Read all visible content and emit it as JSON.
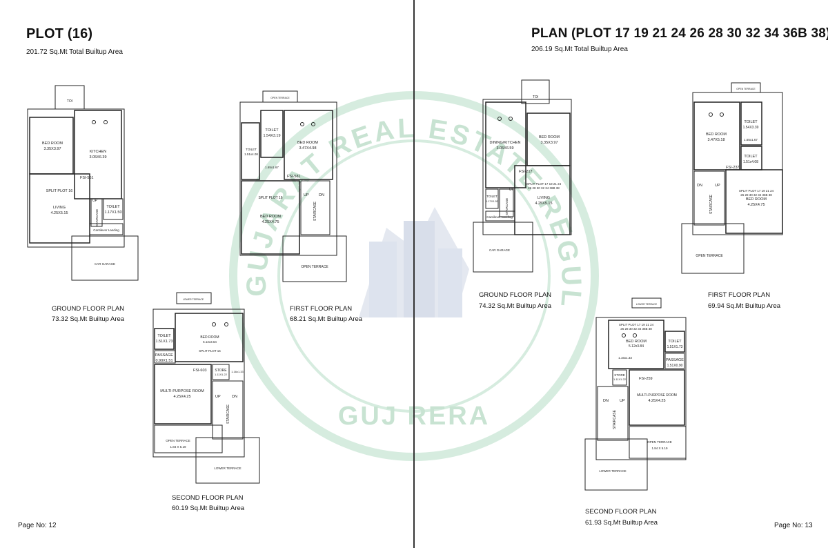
{
  "left": {
    "title": "PLOT (16)",
    "total_area": "201.72 Sq.Mt Total Builtup Area",
    "ground": {
      "name": "GROUND FLOOR PLAN",
      "area": "73.32 Sq.Mt Builtup Area",
      "labels": {
        "toi": "TOI",
        "bed": "BED ROOM",
        "bed_dim": "3.35X3.97",
        "kitchen": "KITCHEN",
        "kitchen_dim": "3.05X6.39",
        "fsi": "FSI-561",
        "split": "SPLIT PLOT  16",
        "living": "LIVING",
        "living_dim": "4.25X5.15",
        "toilet": "TOILET",
        "toilet_dim": "1.17X1.50",
        "up": "UP",
        "staircase": "STAIRCASE",
        "cantilever": "Cantilever Landing",
        "garage": "CAR GARAGE"
      }
    },
    "first": {
      "name": "FIRST FLOOR PLAN",
      "area": "68.21 Sq.Mt Builtup Area",
      "labels": {
        "open_terrace_top": "OPEN TERRACE",
        "toilet1": "TOILET",
        "toilet1_dim": "1.54X3.19",
        "bed1": "BED ROOM",
        "bed1_dim": "3.47X4.98",
        "toilet2": "TOILET",
        "toilet2_dim": "1.51x4.08",
        "small_dim": "1.65x1.67",
        "fsi": "FSI-581",
        "split": "SPLIT PLOT  16",
        "bed2": "BED ROOM",
        "bed2_dim": "4.25X4.75",
        "up": "UP",
        "dn": "DN",
        "staircase": "STAIRCASE",
        "open_terrace": "OPEN TERRACE"
      }
    },
    "second": {
      "name": "SECOND FLOOR PLAN",
      "area": "60.19 Sq.Mt Builtup Area",
      "labels": {
        "lower_terrace_top": "LOWER TERRACE",
        "toilet": "TOILET",
        "toilet_dim": "1.51X1.73",
        "bed": "BED ROOM",
        "bed_dim": "5.12x3.64",
        "split": "SPLIT PLOT  16",
        "passage": "PASSAGE",
        "passage_dim": "0.90X1.51",
        "fsi": "FSI-603",
        "store": "STORE",
        "store_dim": "1.11X1.22",
        "small_dim": "1.16x1.33",
        "mpr": "MULTI-PURPOSE ROOM",
        "mpr_dim": "4.25X4.25",
        "up": "UP",
        "dn": "DN",
        "staircase": "STAIRCASE",
        "open_terrace": "OPEN TERRACE",
        "open_terrace_dim": "1.84 X 5.19",
        "lower_terrace": "LOWER TERRACE"
      }
    },
    "page_no": "Page No: 12"
  },
  "right": {
    "title": "PLAN (PLOT 17 19 21 24 26 28 30 32 34 36B 38)",
    "total_area": "206.19 Sq.Mt Total Builtup Area",
    "ground": {
      "name": "GROUND FLOOR PLAN",
      "area": "74.32 Sq.Mt Builtup Area",
      "labels": {
        "toi": "TOI",
        "dining": "DINING/KITCHEN",
        "dining_dim": "3.05X6.59",
        "bed": "BED ROOM",
        "bed_dim": "3.35X3.97",
        "fsi": "FSI-217",
        "split": "SPLIT PLOT 17 19 21 24",
        "split2": "26 28 30 32 34 36B 38",
        "living": "LIVING",
        "living_dim": "4.25X5.15",
        "toilet": "TOILET",
        "toilet_dim": "1.17X1.50",
        "up": "UP",
        "staircase": "STAIRCASE",
        "cantilever": "Cantilever Landing",
        "garage": "CAR GARAGE"
      }
    },
    "first": {
      "name": "FIRST FLOOR PLAN",
      "area": "69.94 Sq.Mt Builtup Area",
      "labels": {
        "open_terrace_top": "OPEN TERRACE",
        "bed1": "BED ROOM",
        "bed1_dim": "3.47X5.18",
        "toilet1": "TOILET",
        "toilet1_dim": "1.54X3.39",
        "small_dim": "1.65x1.67",
        "toilet2": "TOILET",
        "toilet2_dim": "1.51x4.08",
        "fsi": "FSI-237",
        "dn": "DN",
        "up": "UP",
        "staircase": "STAIRCASE",
        "split": "SPLIT PLOT 17 19 21 24",
        "split2": "26 28 30 32 34 36B 38",
        "bed2": "BED ROOM",
        "bed2_dim": "4.25X4.75",
        "open_terrace": "OPEN TERRACE"
      }
    },
    "second": {
      "name": "SECOND FLOOR PLAN",
      "area": "61.93 Sq.Mt Builtup Area",
      "labels": {
        "lower_terrace_top": "LOWER TERRACE",
        "split": "SPLIT PLOT 17 19 21 24",
        "split2": "26 28 30 32 34 36B 38",
        "bed": "BED ROOM",
        "bed_dim": "5.12x3.84",
        "small_dim": "1.16x1.33",
        "toilet": "TOILET",
        "toilet_dim": "1.51X1.73",
        "passage": "PASSAGE",
        "passage_dim": "1.51X0.90",
        "store": "STORE",
        "store_dim": "1.11X1.22",
        "fsi": "FSI-259",
        "mpr": "MULTI-PURPOSE ROOM",
        "mpr_dim": "4.25X4.25",
        "dn": "DN",
        "up": "UP",
        "staircase": "STAIRCASE",
        "open_terrace": "OPEN TERRACE",
        "open_terrace_dim": "1.84 X 5.19",
        "lower_terrace": "LOWER TERRACE"
      }
    },
    "page_no": "Page No: 13"
  },
  "watermark": {
    "top": "GUJARAT REAL ESTATE REGULATORY AUTHORITY",
    "bottom": "GUJ RERA",
    "color": "#c8e3d2"
  }
}
